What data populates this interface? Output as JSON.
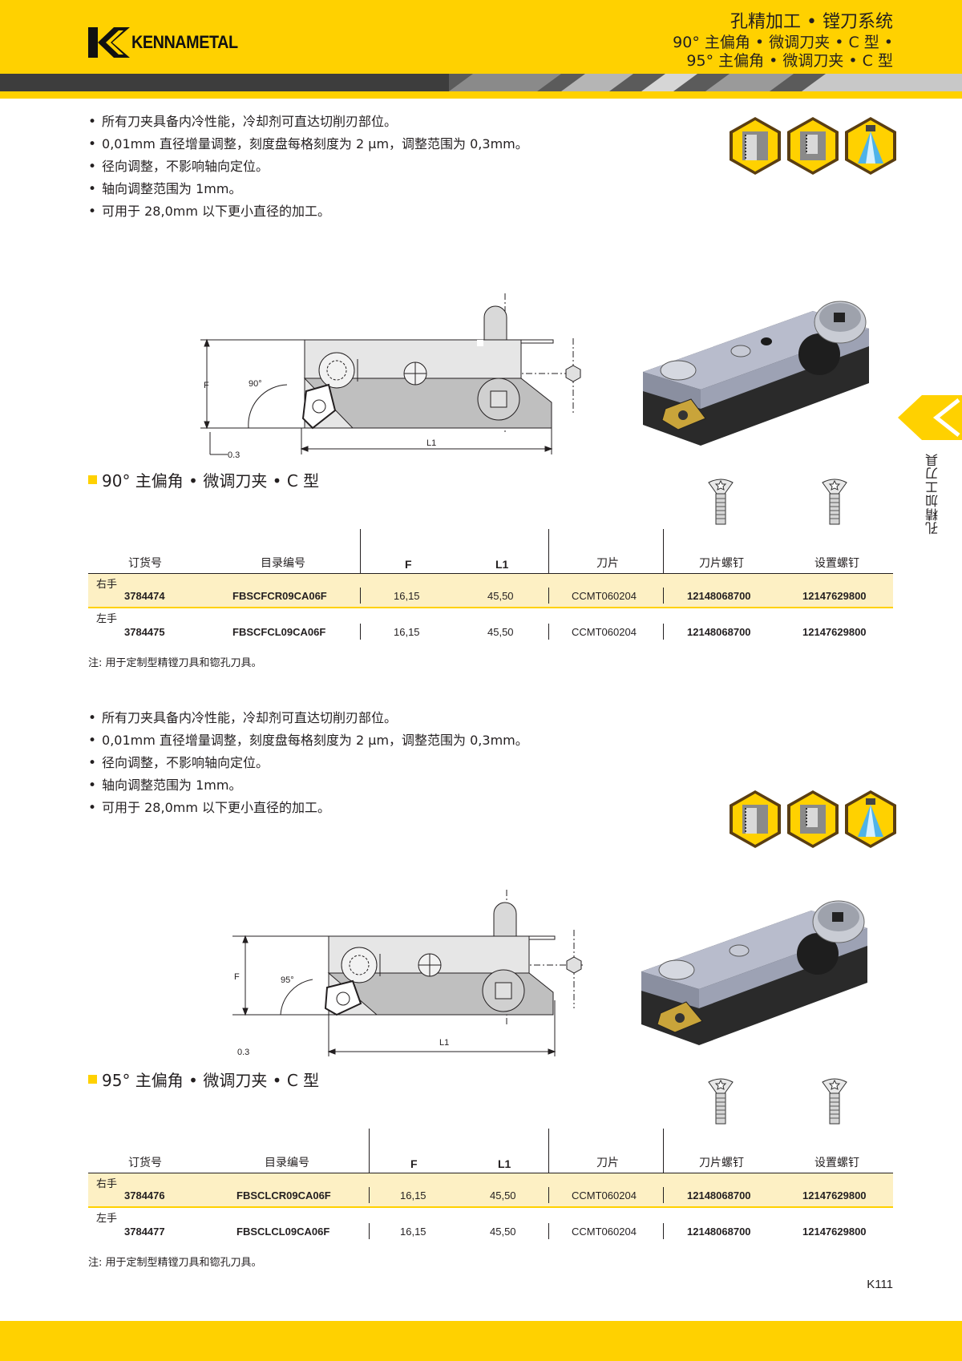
{
  "header": {
    "brand": "KENNAMETAL",
    "title": "孔精加工 • 镗刀系统",
    "subtitle_line1": "90° 主偏角 • 微调刀夹 • C 型 •",
    "subtitle_line2": "95° 主偏角 • 微调刀夹 • C 型"
  },
  "side_tab": {
    "label": "孔精加工刀具"
  },
  "sections": [
    {
      "bullets": [
        "所有刀夹具备内冷性能，冷却剂可直达切削刃部位。",
        "0,01mm 直径增量调整，刻度盘每格刻度为 2 μm，调整范围为 0,3mm。",
        "径向调整，不影响轴向定位。",
        "轴向调整范围为 1mm。",
        "可用于 28,0mm 以下更小直径的加工。"
      ],
      "drawing": {
        "angle_label": "90°",
        "f_label": "F",
        "l1_label": "L1",
        "offset_label": "0.3"
      },
      "title": "90° 主偏角 • 微调刀夹 • C 型",
      "table": {
        "headers": {
          "order_no": "订货号",
          "catalog_no": "目录编号",
          "f": "F",
          "l1": "L1",
          "insert": "刀片",
          "insert_screw": "刀片螺钉",
          "setting_screw": "设置螺钉"
        },
        "rows": [
          {
            "hand": "右手",
            "order_no": "3784474",
            "catalog_no": "FBSCFCR09CA06F",
            "f": "16,15",
            "l1": "45,50",
            "insert": "CCMT060204",
            "insert_screw": "12148068700",
            "setting_screw": "12147629800"
          },
          {
            "hand": "左手",
            "order_no": "3784475",
            "catalog_no": "FBSCFCL09CA06F",
            "f": "16,15",
            "l1": "45,50",
            "insert": "CCMT060204",
            "insert_screw": "12148068700",
            "setting_screw": "12147629800"
          }
        ]
      },
      "note": "注:  用于定制型精镗刀具和锪孔刀具。"
    },
    {
      "bullets": [
        "所有刀夹具备内冷性能，冷却剂可直达切削刃部位。",
        "0,01mm 直径增量调整，刻度盘每格刻度为 2 μm，调整范围为 0,3mm。",
        "径向调整，不影响轴向定位。",
        "轴向调整范围为 1mm。",
        "可用于 28,0mm 以下更小直径的加工。"
      ],
      "drawing": {
        "angle_label": "95°",
        "f_label": "F",
        "l1_label": "L1",
        "offset_label": "0.3"
      },
      "title": "95° 主偏角 • 微调刀夹 • C 型",
      "table": {
        "headers": {
          "order_no": "订货号",
          "catalog_no": "目录编号",
          "f": "F",
          "l1": "L1",
          "insert": "刀片",
          "insert_screw": "刀片螺钉",
          "setting_screw": "设置螺钉"
        },
        "rows": [
          {
            "hand": "右手",
            "order_no": "3784476",
            "catalog_no": "FBSCLCR09CA06F",
            "f": "16,15",
            "l1": "45,50",
            "insert": "CCMT060204",
            "insert_screw": "12148068700",
            "setting_screw": "12147629800"
          },
          {
            "hand": "左手",
            "order_no": "3784477",
            "catalog_no": "FBSCLCL09CA06F",
            "f": "16,15",
            "l1": "45,50",
            "insert": "CCMT060204",
            "insert_screw": "12148068700",
            "setting_screw": "12147629800"
          }
        ]
      },
      "note": "注:  用于定制型精镗刀具和锪孔刀具。"
    }
  ],
  "page_number": "K111",
  "colors": {
    "brand_yellow": "#ffd100",
    "row_highlight": "#fdf0c4",
    "text": "#231f20"
  }
}
